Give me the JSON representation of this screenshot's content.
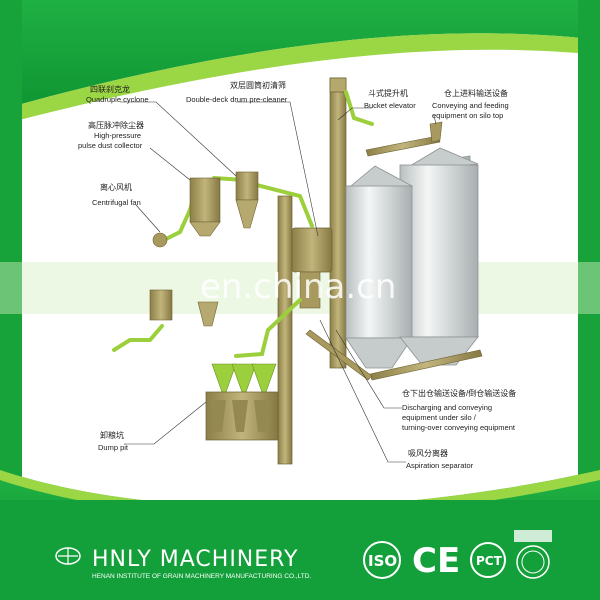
{
  "labels": {
    "quadruple_cyclone": {
      "cn": "四联刹克龙",
      "en": "Quadruple cyclone"
    },
    "pulse_dust_collector": {
      "cn": "高压脉冲除尘器",
      "en1": "High-pressure",
      "en2": "pulse dust collector"
    },
    "centrifugal_fan": {
      "cn": "离心风机",
      "en": "Centrifugal fan"
    },
    "drum_precleaner": {
      "cn": "双层圆筒初清筛",
      "en": "Double-deck drum pre-cleaner"
    },
    "bucket_elevator": {
      "cn": "斗式提升机",
      "en": "Bucket elevator"
    },
    "silo_top_conveyor": {
      "cn": "仓上进料输送设备",
      "en1": "Conveying and feeding",
      "en2": "equipment on silo top"
    },
    "silo_bottom_conveyor": {
      "cn": "仓下出仓输送设备/倒仓输送设备",
      "en1": "Discharging and conveying",
      "en2": "equipment under silo /",
      "en3": "turning-over conveying equipment"
    },
    "aspiration_separator": {
      "cn": "吸风分离器",
      "en": "Aspiration separator"
    },
    "dump_pit": {
      "cn": "卸粮坑",
      "en": "Dump pit"
    }
  },
  "watermark": "en.china.cn",
  "footer": {
    "brand": "HNLY MACHINERY",
    "subtitle": "HENAN INSTITUTE OF GRAIN MACHINERY MANUFACTURING CO.,LTD.",
    "iso_label": "ISO",
    "ce_label": "CE",
    "pct_label": "PCT"
  },
  "colors": {
    "frame_green": "#17a33a",
    "light_green": "#8fd43c",
    "equipment_olive": "#a89a5e",
    "pipe_green": "#9ccf3c",
    "silo_steel": "#d8dcdc"
  }
}
